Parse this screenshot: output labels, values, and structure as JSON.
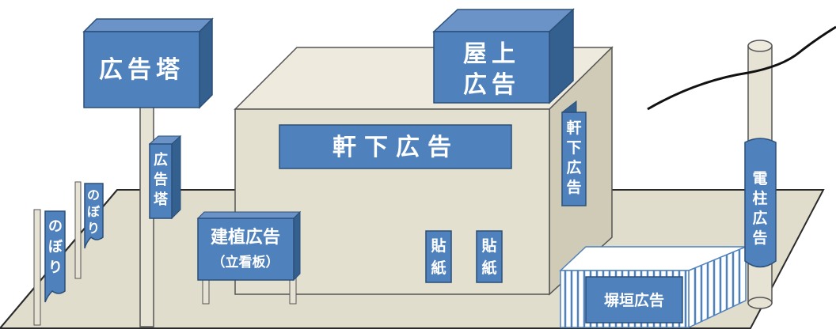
{
  "labels": {
    "koukokutou_large": "広告塔",
    "okujou_line1": "屋上",
    "okujou_line2": "広告",
    "nokishita_front": "軒下広告",
    "nokishita_side": [
      "軒",
      "下",
      "広",
      "告"
    ],
    "koukokutou_small": [
      "広",
      "告",
      "塔"
    ],
    "nobori_left": [
      "の",
      "ぼ",
      "り"
    ],
    "nobori_right": [
      "の",
      "ぼ",
      "り"
    ],
    "tatekanban_line1": "建植広告",
    "tatekanban_line2": "（立看板）",
    "haritsuke_1": [
      "貼",
      "紙"
    ],
    "haritsuke_2": [
      "貼",
      "紙"
    ],
    "heigaki": "塀垣広告",
    "denchu": [
      "電",
      "柱",
      "広",
      "告"
    ]
  },
  "colors": {
    "sign_blue": "#4f81bd",
    "sign_blue_dark": "#34608f",
    "sign_edge": "#2b4f78",
    "building_front": "#e3e0d0",
    "building_top": "#eeebde",
    "building_side": "#cfcbb6",
    "ground": "#e0ddcc",
    "pole": "#e6e2d4"
  }
}
